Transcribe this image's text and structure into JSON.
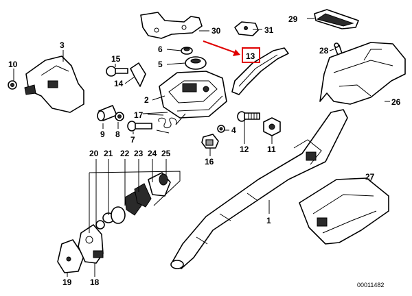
{
  "diagram": {
    "part_labels": [
      "1",
      "2",
      "3",
      "4",
      "5",
      "6",
      "7",
      "8",
      "9",
      "10",
      "11",
      "12",
      "13",
      "14",
      "15",
      "16",
      "17",
      "18",
      "19",
      "20",
      "21",
      "22",
      "23",
      "24",
      "25",
      "26",
      "27",
      "28",
      "29",
      "30",
      "31"
    ],
    "highlight_label": "13",
    "highlight_color": "#e00000",
    "drawing_code": "00011482"
  }
}
